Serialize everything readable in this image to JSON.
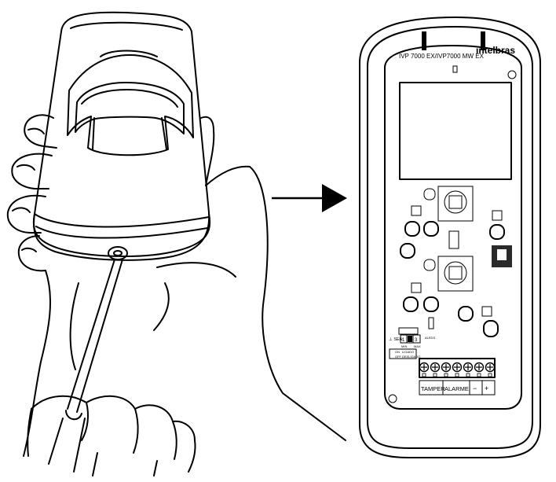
{
  "device": {
    "model_label": "IVP 7000 EX/IVP7000 MW EX",
    "brand_logo": "intelbras",
    "led_label": "ALEDS",
    "sensitivity_label": "⊥ SEN",
    "sensitivity_options": [
      "1",
      "2",
      "3"
    ],
    "sensitivity_sublabels": [
      "MIN",
      "MAX"
    ],
    "relay_options": [
      {
        "label": "ON",
        "value": "LIGADO"
      },
      {
        "label": "OFF",
        "value": "DESLIGADO"
      }
    ],
    "terminal_labels": [
      "TAMPER",
      "ALARME",
      "−",
      "+"
    ],
    "terminal_screw_count": 7
  },
  "colors": {
    "ink": "#000000",
    "background": "#ffffff",
    "dark_component": "#2a2a2a"
  },
  "icons": [
    "hand-illustration",
    "screwdriver-illustration",
    "arrow-right-icon"
  ]
}
